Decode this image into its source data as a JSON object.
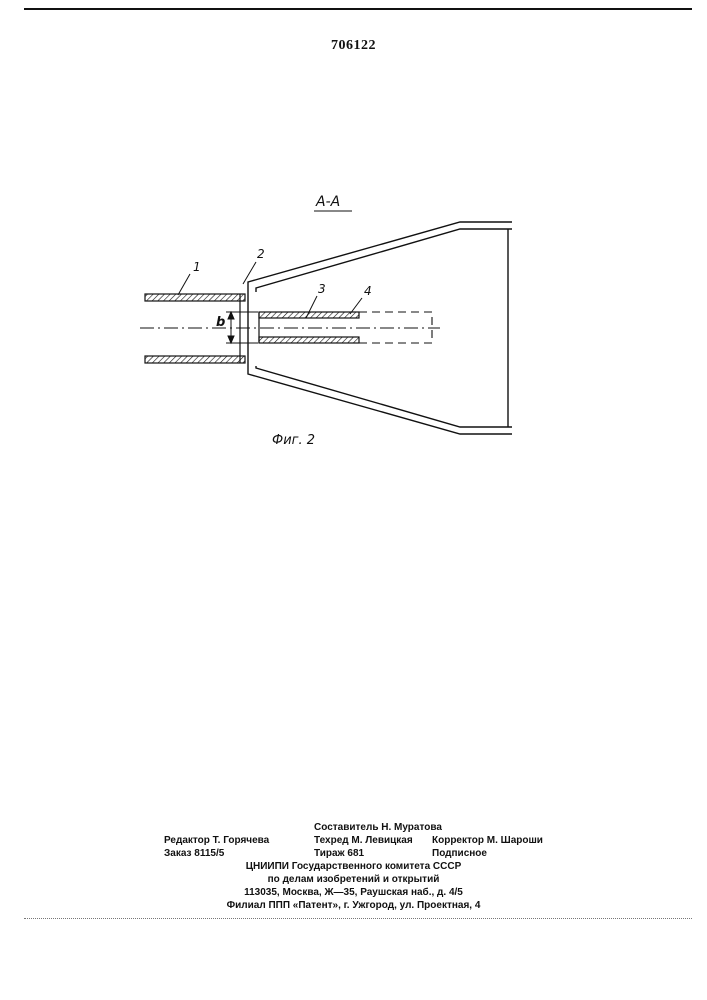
{
  "header": {
    "page_number": "706122"
  },
  "figure": {
    "section_label": "A-A",
    "caption": "Фиг. 2",
    "callouts": [
      "1",
      "2",
      "3",
      "4"
    ],
    "dimension_label": "b"
  },
  "colophon": {
    "compiler": "Составитель Н. Муратова",
    "editor": "Редактор Т. Горячева",
    "techred": "Техред М. Левицкая",
    "corrector": "Корректор М. Шароши",
    "order": "Заказ 8115/5",
    "circulation": "Тираж 681",
    "subscription": "Подписное",
    "org_line1": "ЦНИИПИ Государственного комитета СССР",
    "org_line2": "по делам изобретений и открытий",
    "address": "113035, Москва, Ж—35, Раушская наб., д. 4/5",
    "branch": "Филиал ППП «Патент», г. Ужгород, ул. Проектная, 4"
  }
}
